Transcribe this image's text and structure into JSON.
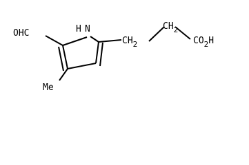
{
  "molecule": {
    "labels": {
      "nh": "H",
      "n": "N",
      "cho": "OHC",
      "ch2_a": "CH",
      "ch2_a_sub": "2",
      "ch2_b": "CH",
      "ch2_b_sub": "2",
      "co2h_a": "CO",
      "co2h_a_sub": "2",
      "co2h_b": "H",
      "methyl": "Me"
    }
  }
}
